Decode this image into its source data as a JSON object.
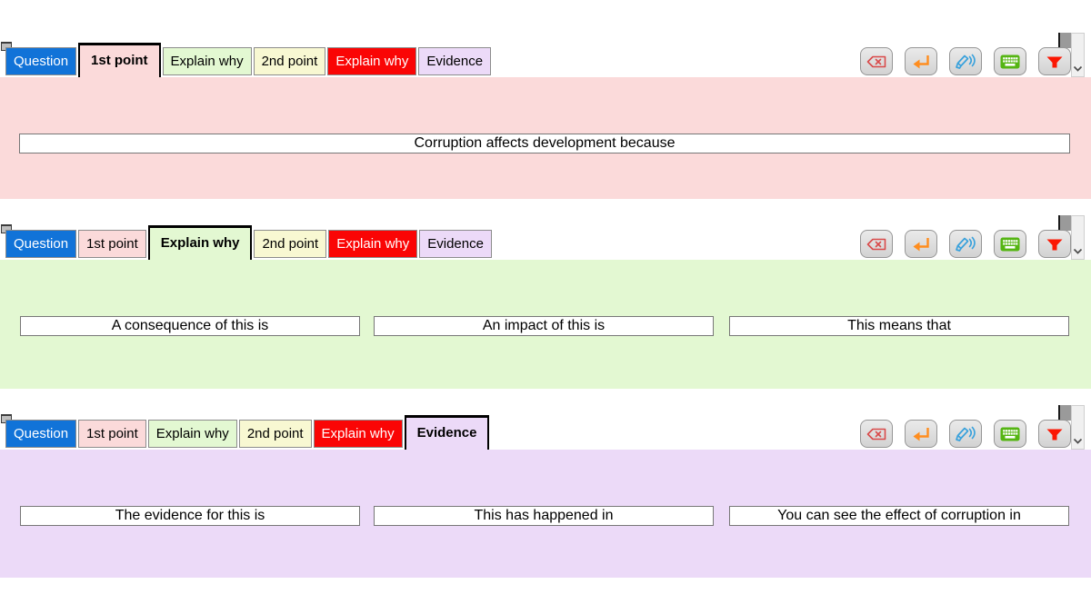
{
  "page": {
    "background": "#ffffff"
  },
  "colors": {
    "tab_border": "#8c8c8c",
    "active_tab_border": "#000000",
    "cell_border": "#777777",
    "button_border": "#969696",
    "blue": "#1173d8",
    "pink": "#fbdada",
    "green": "#e3f8d2",
    "yellow": "#f8f8d2",
    "red": "#fa0505",
    "purple": "#ecdaf8"
  },
  "toolbar": {
    "buttons": [
      {
        "name": "backspace",
        "icon": "backspace-icon",
        "color": "#d94a4a"
      },
      {
        "name": "return",
        "icon": "return-arrow-icon",
        "color": "#ff8d1e"
      },
      {
        "name": "speak",
        "icon": "megaphone-icon",
        "color": "#38a1dc"
      },
      {
        "name": "keyboard",
        "icon": "keyboard-icon",
        "color": "#55b513"
      },
      {
        "name": "grid-menu",
        "icon": "funnel-icon",
        "color": "#fb1703"
      }
    ],
    "scrollbar": {
      "icon": "chevron-down-icon"
    }
  },
  "panels": [
    {
      "active_tab": "1st point",
      "content_bg": "#fbdada",
      "tabs": [
        {
          "label": "Question",
          "bg": "#1173d8",
          "fg": "#ffffff"
        },
        {
          "label": "1st point",
          "bg": "#fbdada",
          "fg": "#000000"
        },
        {
          "label": "Explain why",
          "bg": "#e3f8d2",
          "fg": "#000000"
        },
        {
          "label": "2nd point",
          "bg": "#f8f8d2",
          "fg": "#000000"
        },
        {
          "label": "Explain why",
          "bg": "#fa0505",
          "fg": "#ffffff"
        },
        {
          "label": "Evidence",
          "bg": "#ecdaf8",
          "fg": "#000000"
        }
      ],
      "cells": [
        "Corruption affects development because"
      ]
    },
    {
      "active_tab": "Explain why",
      "content_bg": "#e3f8d2",
      "tabs": [
        {
          "label": "Question",
          "bg": "#1173d8",
          "fg": "#ffffff"
        },
        {
          "label": "1st point",
          "bg": "#fbdada",
          "fg": "#000000"
        },
        {
          "label": "Explain why",
          "bg": "#e3f8d2",
          "fg": "#000000"
        },
        {
          "label": "2nd point",
          "bg": "#f8f8d2",
          "fg": "#000000"
        },
        {
          "label": "Explain why",
          "bg": "#fa0505",
          "fg": "#ffffff"
        },
        {
          "label": "Evidence",
          "bg": "#ecdaf8",
          "fg": "#000000"
        }
      ],
      "cells": [
        "A consequence of this is",
        "An impact of this is",
        "This means that"
      ]
    },
    {
      "active_tab": "Evidence",
      "content_bg": "#ecdaf8",
      "tabs": [
        {
          "label": "Question",
          "bg": "#1173d8",
          "fg": "#ffffff"
        },
        {
          "label": "1st point",
          "bg": "#fbdada",
          "fg": "#000000"
        },
        {
          "label": "Explain why",
          "bg": "#e3f8d2",
          "fg": "#000000"
        },
        {
          "label": "2nd point",
          "bg": "#f8f8d2",
          "fg": "#000000"
        },
        {
          "label": "Explain why",
          "bg": "#fa0505",
          "fg": "#ffffff"
        },
        {
          "label": "Evidence",
          "bg": "#ecdaf8",
          "fg": "#000000"
        }
      ],
      "cells": [
        "The evidence for this is",
        "This has happened in",
        "You can see the effect of corruption in"
      ]
    }
  ]
}
